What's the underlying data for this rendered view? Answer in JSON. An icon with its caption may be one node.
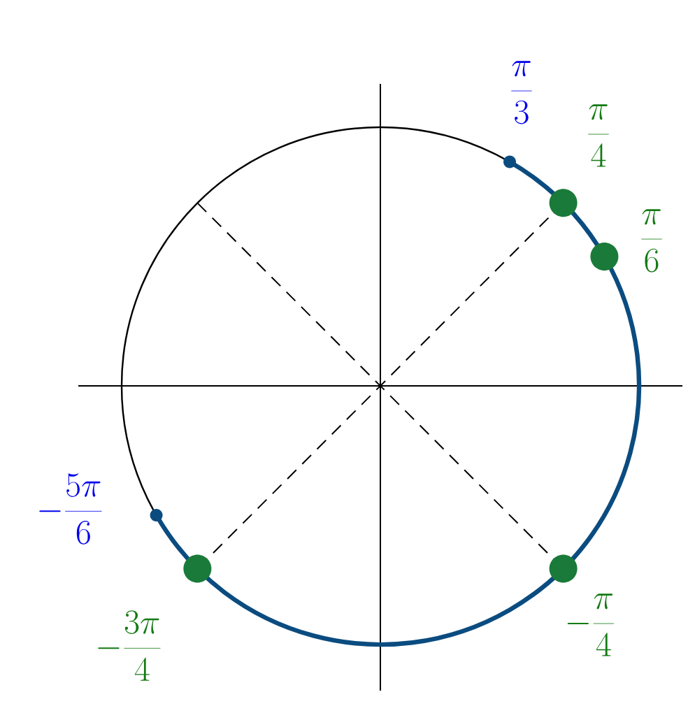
{
  "diagram": {
    "nodes": [
      {
        "text": [],
        "shape": "circle",
        "beside": [
          "\\frac{\\pi}{3}"
        ]
      },
      {
        "text": [],
        "shape": "circle",
        "beside": [
          "\\frac{\\pi}{4}"
        ]
      },
      {
        "text": [],
        "shape": "circle",
        "beside": [
          "\\frac{\\pi}{6}"
        ]
      },
      {
        "text": [],
        "shape": "circle",
        "beside": [
          "-\\frac{5\\pi}{6}"
        ]
      },
      {
        "text": [],
        "shape": "circle",
        "beside": [
          "-\\frac{\\pi}{4}"
        ]
      },
      {
        "text": [],
        "shape": "circle",
        "beside": [
          "-\\frac{3\\pi}{4}"
        ]
      }
    ]
  }
}
